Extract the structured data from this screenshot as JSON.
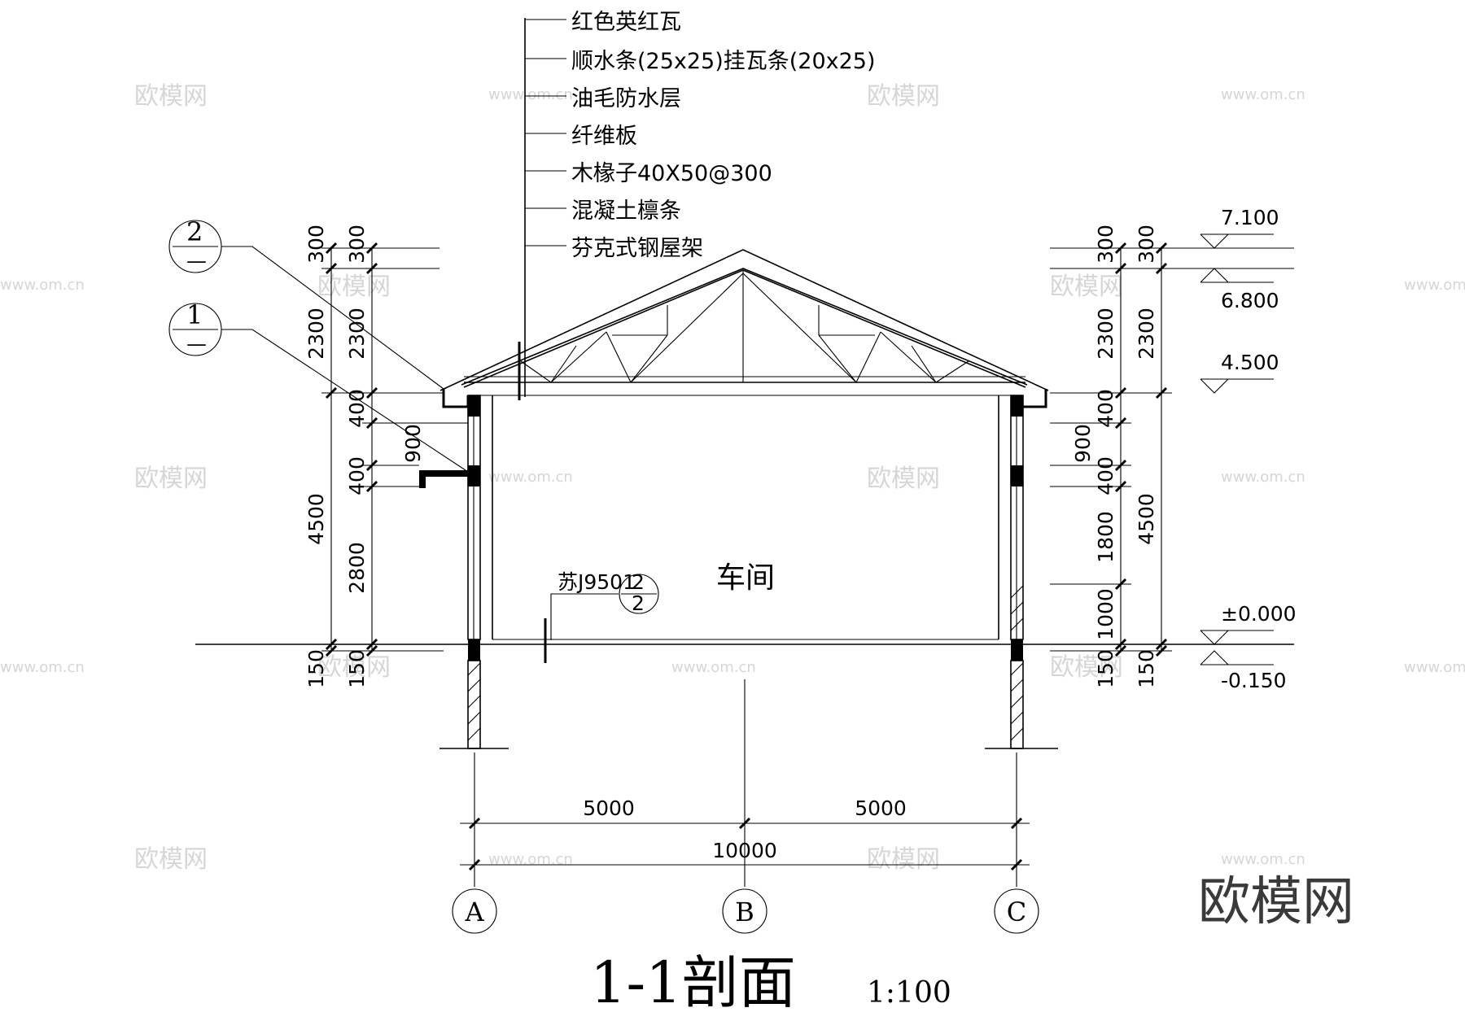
{
  "watermark": {
    "text": "欧模网",
    "url": "www.om.cn"
  },
  "logo": {
    "text": "欧模网"
  },
  "roof_layers": [
    "红色英红瓦",
    "顺水条(25x25)挂瓦条(20x25)",
    "油毛防水层",
    "纤维板",
    "木椽子40X50@300",
    "混凝土檩条",
    "芬克式钢屋架"
  ],
  "room_label": "车间",
  "detail_ref": {
    "code": "苏J9501",
    "num": "2",
    "sheet": "2"
  },
  "section_marks": [
    {
      "num": "2",
      "sheet": "—"
    },
    {
      "num": "1",
      "sheet": "—"
    }
  ],
  "dims": {
    "left_outer": [
      "300",
      "2300",
      "4500",
      "150"
    ],
    "left_inner": [
      "300",
      "2300",
      "400",
      "900",
      "400",
      "2800",
      "150"
    ],
    "right_inner": [
      "300",
      "2300",
      "400",
      "900",
      "400",
      "1800",
      "1000",
      "150"
    ],
    "right_outer": [
      "300",
      "2300",
      "4500",
      "150"
    ],
    "bottom": [
      "5000",
      "5000",
      "10000"
    ]
  },
  "elevations": [
    "7.100",
    "6.800",
    "4.500",
    "±0.000",
    "-0.150"
  ],
  "axes": [
    "A",
    "B",
    "C"
  ],
  "title": {
    "text": "1-1剖面",
    "scale": "1:100"
  }
}
